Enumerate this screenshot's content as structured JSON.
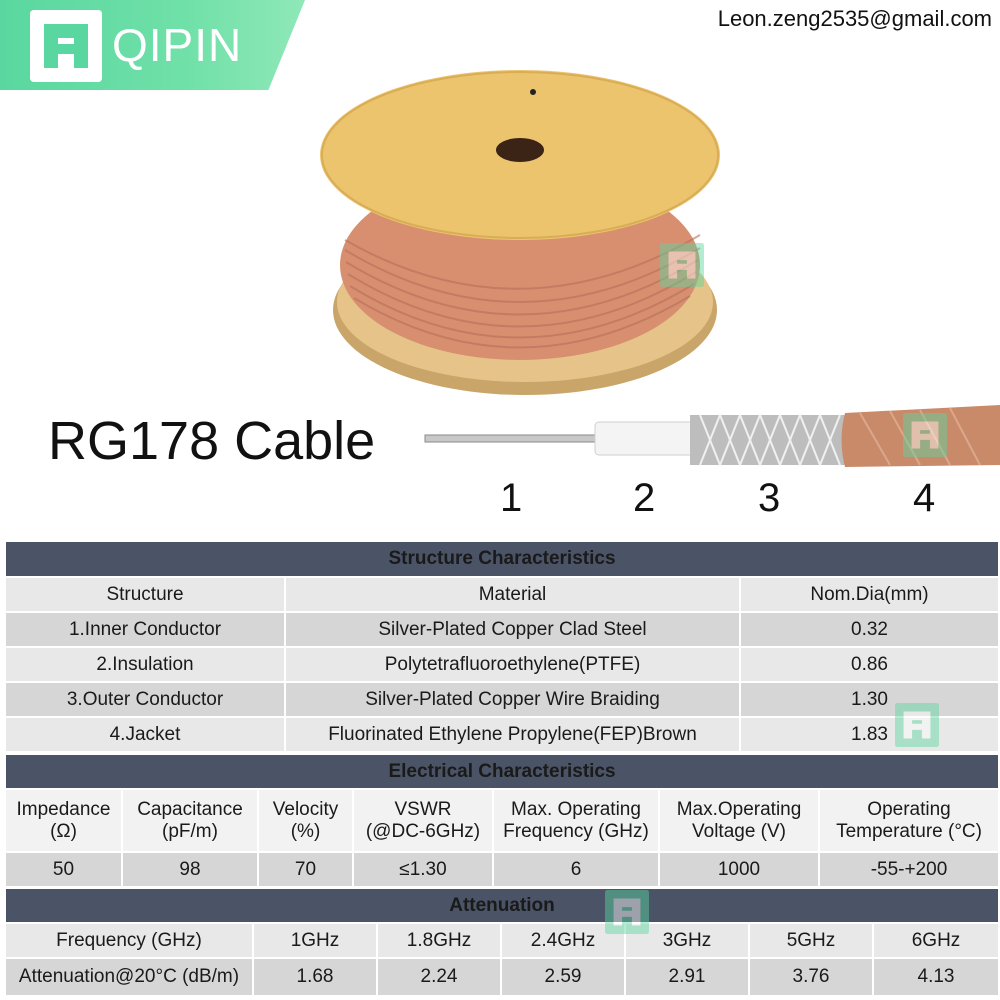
{
  "brand": {
    "name": "QIPIN",
    "logo_icon": "qipin-logo-icon",
    "accent": "#5ad7a0"
  },
  "contact": {
    "email": "Leon.zeng2535@gmail.com"
  },
  "product": {
    "title": "RG178 Cable",
    "layer_numbers": [
      "1",
      "2",
      "3",
      "4"
    ]
  },
  "structure": {
    "heading": "Structure Characteristics",
    "columns": [
      "Structure",
      "Material",
      "Nom.Dia(mm)"
    ],
    "rows": [
      [
        "1.Inner Conductor",
        "Silver-Plated Copper Clad Steel",
        "0.32"
      ],
      [
        "2.Insulation",
        "Polytetrafluoroethylene(PTFE)",
        "0.86"
      ],
      [
        "3.Outer Conductor",
        "Silver-Plated Copper Wire Braiding",
        "1.30"
      ],
      [
        "4.Jacket",
        "Fluorinated Ethylene Propylene(FEP)Brown",
        "1.83"
      ]
    ]
  },
  "electrical": {
    "heading": "Electrical Characteristics",
    "columns": [
      [
        "Impedance",
        "(Ω)"
      ],
      [
        "Capacitance",
        "(pF/m)"
      ],
      [
        "Velocity",
        "(%)"
      ],
      [
        "VSWR",
        "(@DC-6GHz)"
      ],
      [
        "Max. Operating",
        "Frequency (GHz)"
      ],
      [
        "Max.Operating",
        "Voltage (V)"
      ],
      [
        "Operating",
        "Temperature (°C)"
      ]
    ],
    "values": [
      "50",
      "98",
      "70",
      "≤1.30",
      "6",
      "1000",
      "-55-+200"
    ]
  },
  "attenuation": {
    "heading": "Attenuation",
    "freq_label": "Frequency (GHz)",
    "att_label": "Attenuation@20°C (dB/m)",
    "frequencies": [
      "1GHz",
      "1.8GHz",
      "2.4GHz",
      "3GHz",
      "5GHz",
      "6GHz"
    ],
    "values": [
      "1.68",
      "2.24",
      "2.59",
      "2.91",
      "3.76",
      "4.13"
    ]
  },
  "colors": {
    "header_bg": "#4a5466",
    "row_bg": "#e8e8e8",
    "spool_face": "#ecc46e",
    "jacket": "#c98a6a"
  }
}
